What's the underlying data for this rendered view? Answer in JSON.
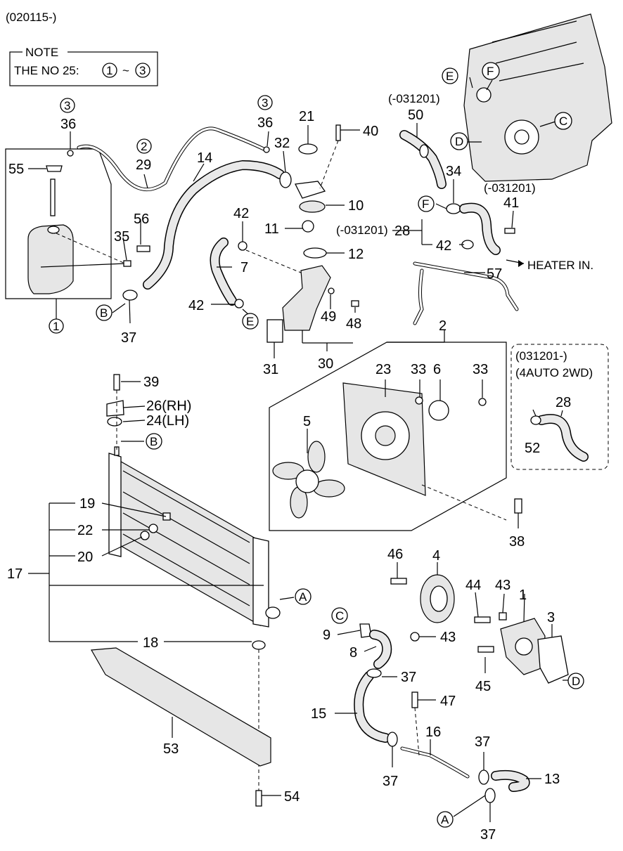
{
  "header": {
    "code": "(020115-)"
  },
  "note": {
    "title": "NOTE",
    "text": "THE NO  25:",
    "mark_from": "1",
    "tilde": "~",
    "mark_to": "3"
  },
  "parts": {
    "p1": "1",
    "p2": "2",
    "p3": "3",
    "p4": "4",
    "p5": "5",
    "p6": "6",
    "p7": "7",
    "p8": "8",
    "p9": "9",
    "p10": "10",
    "p11": "11",
    "p12": "12",
    "p13": "13",
    "p14": "14",
    "p15": "15",
    "p16": "16",
    "p17": "17",
    "p18": "18",
    "p19": "19",
    "p20": "20",
    "p21": "21",
    "p22": "22",
    "p23": "23",
    "p24": "24(LH)",
    "p26": "26(RH)",
    "p28": "28",
    "p28b": "28",
    "p29": "29",
    "p30": "30",
    "p31": "31",
    "p32": "32",
    "p33a": "33",
    "p33b": "33",
    "p34": "34",
    "p35": "35",
    "p36a": "36",
    "p36b": "36",
    "p37a": "37",
    "p37b": "37",
    "p37c": "37",
    "p37d": "37",
    "p37e": "37",
    "p38": "38",
    "p39": "39",
    "p40": "40",
    "p41": "41",
    "p42a": "42",
    "p42b": "42",
    "p42c": "42",
    "p43a": "43",
    "p43b": "43",
    "p44": "44",
    "p45": "45",
    "p46": "46",
    "p47": "47",
    "p48": "48",
    "p49": "49",
    "p50": "50",
    "p52": "52",
    "p53": "53",
    "p54": "54",
    "p55": "55",
    "p56": "56",
    "p57": "57"
  },
  "marks": {
    "c1": "1",
    "c2": "2",
    "c3a": "3",
    "c3b": "3",
    "A1": "A",
    "A2": "A",
    "B1": "B",
    "B2": "B",
    "C1": "C",
    "C2": "C",
    "D1": "D",
    "D2": "D",
    "E1": "E",
    "E2": "E",
    "F1": "F",
    "F2": "F"
  },
  "callouts": {
    "date_031201_50": "(-031201)",
    "date_031201_engine": "(-031201)",
    "date_031201_28": "(-031201)",
    "heater_in": "HEATER IN.",
    "variant_line1": "(031201-)",
    "variant_line2": "(4AUTO 2WD)"
  }
}
